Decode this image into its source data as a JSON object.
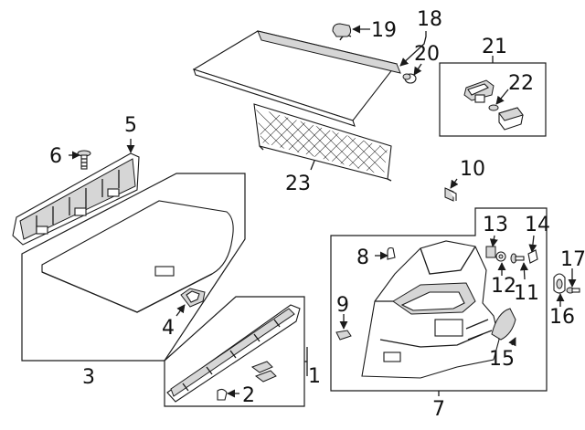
{
  "callouts": {
    "c1": "1",
    "c2": "2",
    "c3": "3",
    "c4": "4",
    "c5": "5",
    "c6": "6",
    "c7": "7",
    "c8": "8",
    "c9": "9",
    "c10": "10",
    "c11": "11",
    "c12": "12",
    "c13": "13",
    "c14": "14",
    "c15": "15",
    "c16": "16",
    "c17": "17",
    "c18": "18",
    "c19": "19",
    "c20": "20",
    "c21": "21",
    "c22": "22",
    "c23": "23"
  },
  "colors": {
    "line": "#1a1a1a",
    "shade": "#d6d6d6",
    "background": "#ffffff"
  }
}
